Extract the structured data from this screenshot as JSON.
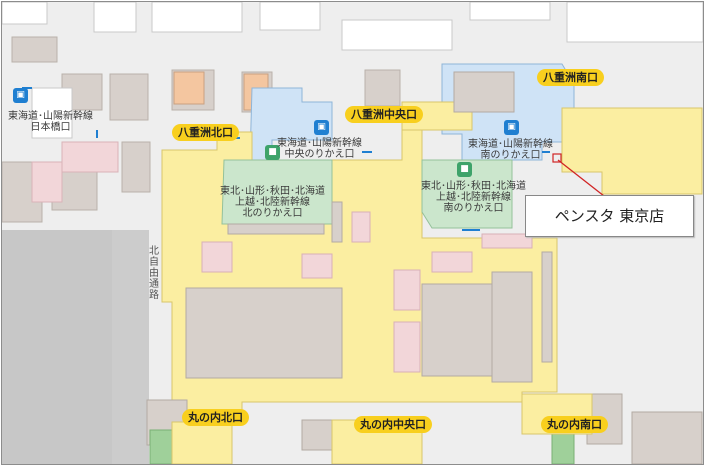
{
  "map": {
    "exits": {
      "yaesu_north": "八重洲北口",
      "yaesu_central": "八重洲中央口",
      "yaesu_south": "八重洲南口",
      "marunouchi_north": "丸の内北口",
      "marunouchi_central": "丸の内中央口",
      "marunouchi_south": "丸の内南口"
    },
    "transfer_gates": {
      "nihonbashi": "東海道･山陽新幹線\n日本橋口",
      "central_tokaido": "東海道･山陽新幹線\n中央のりかえ口",
      "south_tokaido": "東海道･山陽新幹線\n南のりかえ口",
      "north_tohoku": "東北･山形･秋田･北海道\n上越･北陸新幹線\n北のりかえ口",
      "south_tohoku": "東北･山形･秋田･北海道\n上越･北陸新幹線\n南のりかえ口"
    },
    "passage_label": "北自由通路",
    "callout": "ペンスタ 東京店"
  },
  "colors": {
    "concourse": "#fbeea1",
    "shinkansen_area": "#cfe3f6",
    "jr_area": "#cbe6cc",
    "building": "#cfc6bf",
    "shop_pink": "#f2d6d9",
    "shop_orange": "#f6c7a2",
    "exit_badge": "#f8cf1e",
    "pointer": "#d12424"
  }
}
